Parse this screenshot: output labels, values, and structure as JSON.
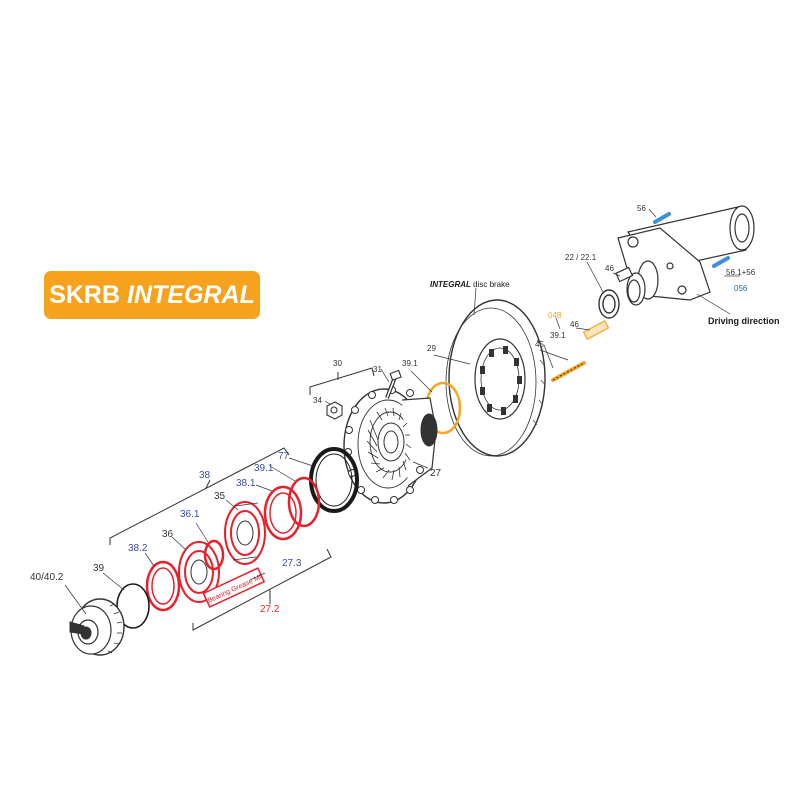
{
  "badge": {
    "prefix": "SKRB",
    "emphasis": "INTEGRAL"
  },
  "disc_brake_label": {
    "emphasis": "INTEGRAL",
    "rest": " disc brake"
  },
  "driving_direction": "Driving direction",
  "ring_stamp": "Bearing Grease Ml",
  "colors": {
    "badge": "#f5a21e",
    "red_part": "#e8202a",
    "blue_label": "#3a4aa0",
    "red_label": "#e03030",
    "orange_label": "#f5a21e",
    "teal_label": "#1d6fa8",
    "blue_part": "#3d8fd6",
    "orange_part": "#f5a623"
  },
  "labels": {
    "p40_40_2": "40/40.2",
    "p39": "39",
    "p38_2": "38.2",
    "p36": "36",
    "p36_1": "36.1",
    "p35": "35",
    "p38": "38",
    "p38_1": "38.1",
    "p39_1_left": "39.1",
    "p77": "77",
    "p27_3": "27.3",
    "p27_2": "27.2",
    "p27": "27",
    "p34": "34",
    "p30": "30",
    "p31": "31",
    "p39_1_mid": "39.1",
    "p29": "29",
    "p048": "048",
    "p39_1_right": "39.1",
    "p45": "45",
    "p46_upper": "46",
    "p46_lower": "46",
    "p22_22_1": "22 / 22.1",
    "p56": "56",
    "p56_1_56": "56.1+56",
    "p056": "056"
  }
}
